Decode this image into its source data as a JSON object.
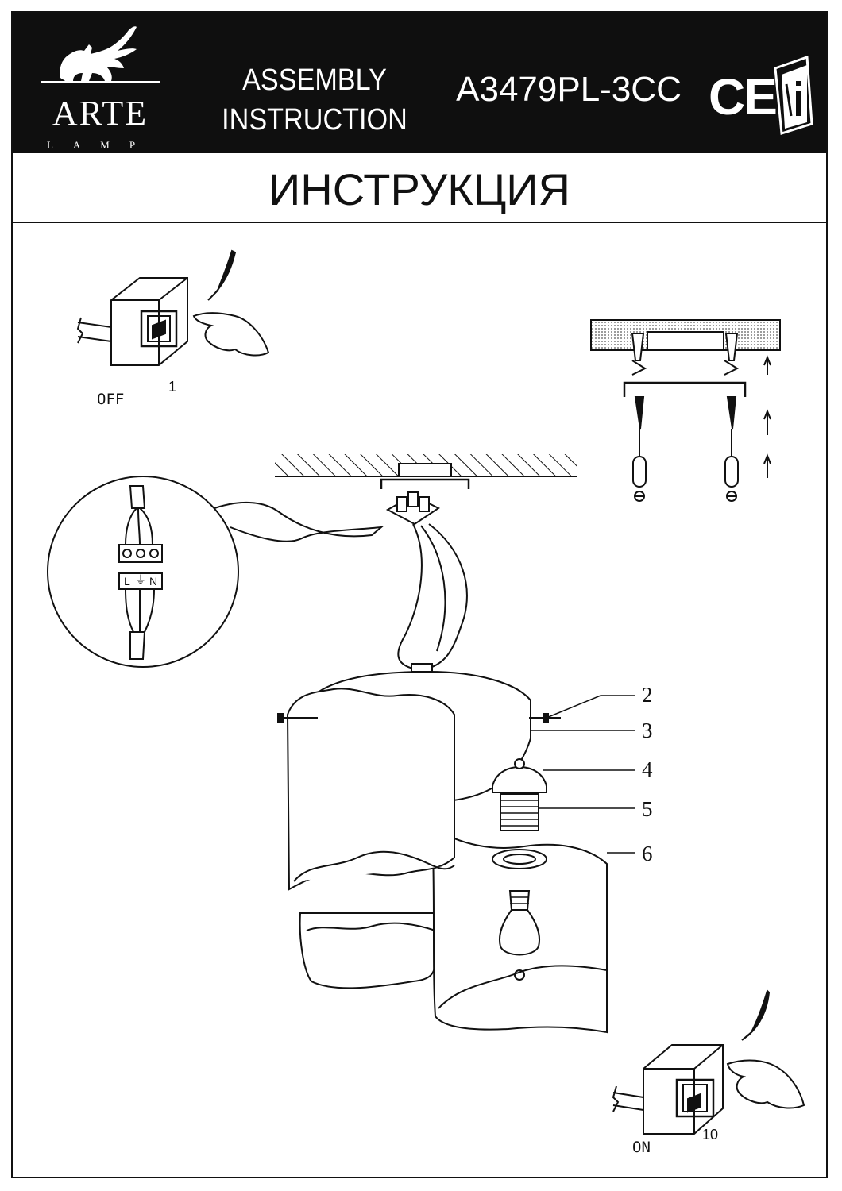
{
  "header": {
    "brand": "ARTE",
    "brand_sub": "LAMP",
    "assembly_line1": "ASSEMBLY",
    "assembly_line2": "INSTRUCTION",
    "model": "A3479PL-3CC",
    "ce_mark": "CE",
    "icons": [
      "griffin-logo-icon",
      "ce-mark-icon",
      "manual-info-icon"
    ]
  },
  "title": "ИНСТРУКЦИЯ",
  "steps": {
    "off_label": "OFF",
    "off_step": "1",
    "on_label": "ON",
    "on_step": "10"
  },
  "callouts": [
    "2",
    "3",
    "4",
    "5",
    "6"
  ],
  "terminal": {
    "labels": [
      "L",
      "N"
    ],
    "icons": [
      "ground-symbol-icon"
    ]
  },
  "colors": {
    "header_bg": "#0f0f0f",
    "ink": "#111111",
    "paper": "#ffffff"
  }
}
